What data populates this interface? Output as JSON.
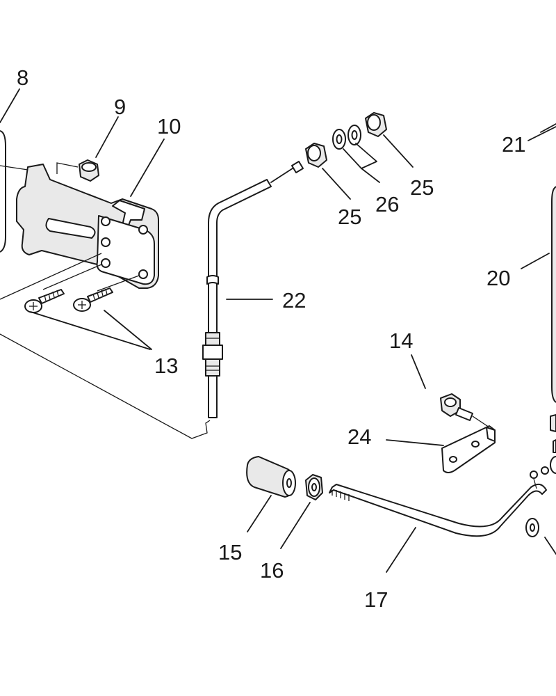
{
  "callouts": [
    {
      "id": "8",
      "text": "8"
    },
    {
      "id": "9",
      "text": "9"
    },
    {
      "id": "10",
      "text": "10"
    },
    {
      "id": "13",
      "text": "13"
    },
    {
      "id": "14",
      "text": "14"
    },
    {
      "id": "15",
      "text": "15"
    },
    {
      "id": "16",
      "text": "16"
    },
    {
      "id": "17",
      "text": "17"
    },
    {
      "id": "20",
      "text": "20"
    },
    {
      "id": "21",
      "text": "21"
    },
    {
      "id": "22",
      "text": "22"
    },
    {
      "id": "24",
      "text": "24"
    },
    {
      "id": "25a",
      "text": "25"
    },
    {
      "id": "25b",
      "text": "25"
    },
    {
      "id": "26",
      "text": "26"
    }
  ]
}
